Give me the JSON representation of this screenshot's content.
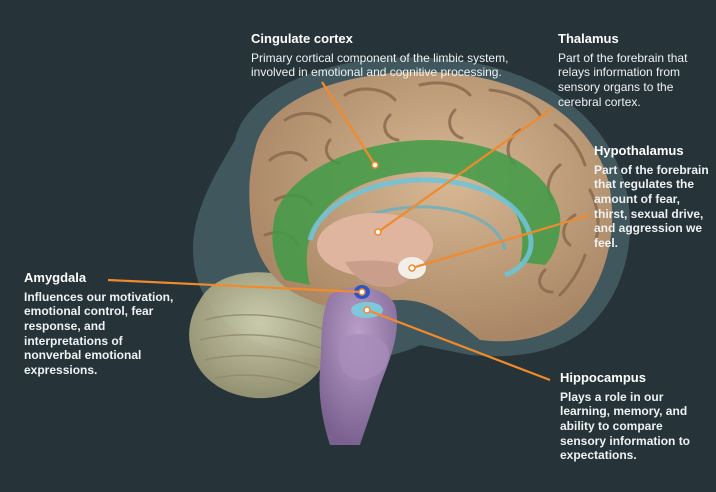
{
  "labels": {
    "cingulate": {
      "title": "Cingulate cortex",
      "desc": "Primary cortical component of the limbic system, involved in emotional and cognitive processing."
    },
    "thalamus": {
      "title": "Thalamus",
      "desc": "Part of the forebrain that relays information from sensory organs to the cerebral cortex."
    },
    "hypothalamus": {
      "title": "Hypothalamus",
      "desc": "Part of the forebrain that regulates the amount of fear, thirst, sexual drive, and aggression we feel."
    },
    "amygdala": {
      "title": "Amygdala",
      "desc": "Influences our motivation, emotional control, fear response, and interpretations of nonverbal emotional expressions."
    },
    "hippocampus": {
      "title": "Hippocampus",
      "desc": "Plays a role in our learning, memory, and ability to compare sensory information to expectations."
    }
  },
  "colors": {
    "background": "#263338",
    "leader_line": "#f08a2c",
    "cortex": "#c9a27f",
    "cingulate": "#3f9b46",
    "thalamus": "#e0b5a0",
    "hypothalamus": "#f1efe8",
    "amygdala": "#2d55c8",
    "hippocampus": "#7fc8dc",
    "brainstem": "#9a7fab",
    "cerebellum": "#c8c5a0"
  }
}
